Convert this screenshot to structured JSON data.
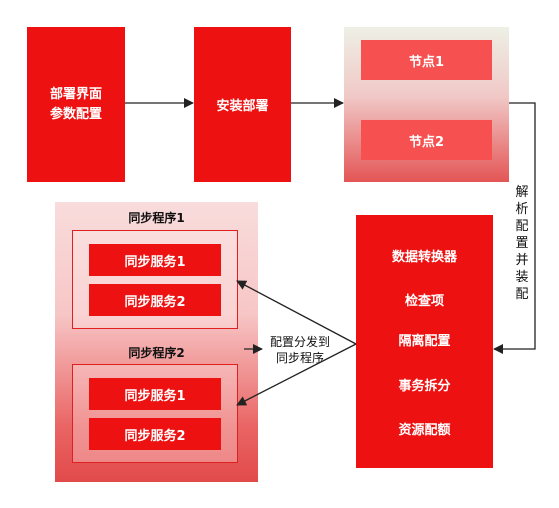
{
  "deploy": {
    "params_label": "部署界面\n参数配置",
    "params_line1": "部署界面",
    "params_line2": "参数配置",
    "install_label": "安装部署"
  },
  "nodes": {
    "items": [
      "节点1",
      "节点2"
    ]
  },
  "parse_label": [
    "解",
    "析",
    "配",
    "置",
    "并",
    "装",
    "配"
  ],
  "sync": {
    "groups": [
      {
        "title": "同步程序1",
        "services": [
          "同步服务1",
          "同步服务2"
        ]
      },
      {
        "title": "同步程序2",
        "services": [
          "同步服务1",
          "同步服务2"
        ]
      }
    ]
  },
  "dispatch_label": [
    "配置分发到",
    "同步程序"
  ],
  "processor": {
    "items": [
      "数据转换器",
      "检查项",
      "隔离配置",
      "事务拆分",
      "资源配额"
    ]
  },
  "colors": {
    "primary_red": "#ee1111",
    "node_red": "#f65050",
    "arrow": "#222222"
  }
}
